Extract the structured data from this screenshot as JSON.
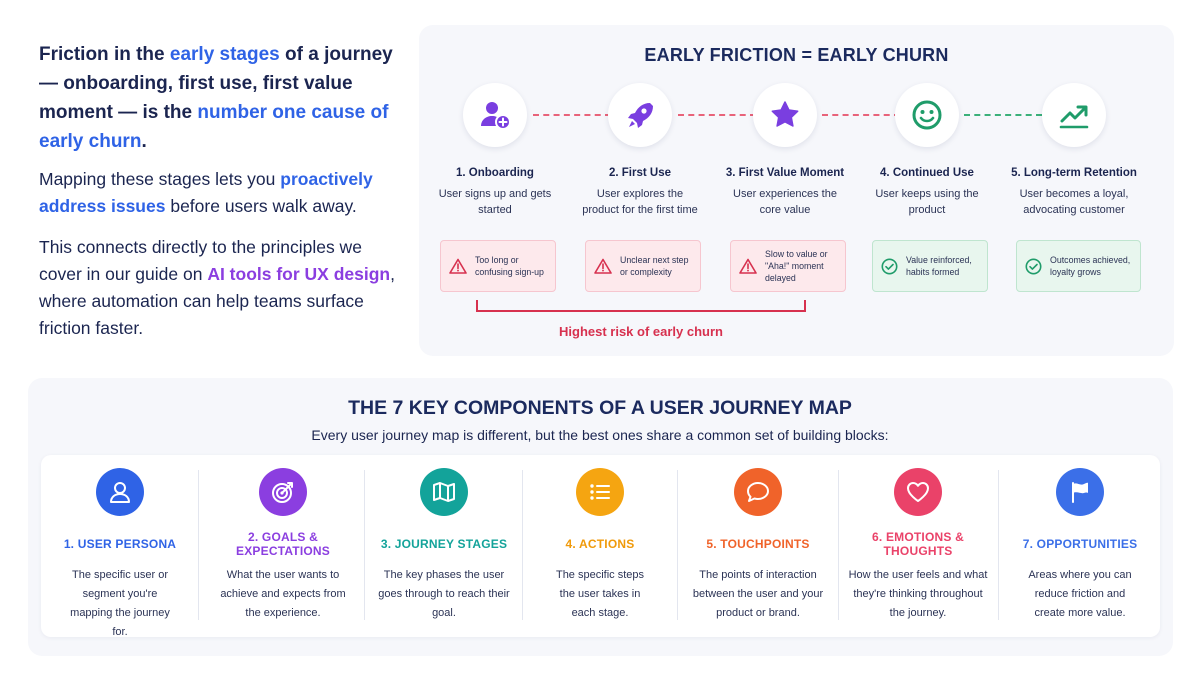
{
  "intro": {
    "lead": [
      {
        "text": "Friction in the ",
        "style": "plain"
      },
      {
        "text": "early stages",
        "style": "blue"
      },
      {
        "text": " of a journey — onboarding, first use, first value moment — is the ",
        "style": "plain"
      },
      {
        "text": "number one cause of early churn",
        "style": "blue"
      },
      {
        "text": ".",
        "style": "plain"
      }
    ],
    "para": [
      {
        "text": "Mapping these stages lets you ",
        "style": "plain"
      },
      {
        "text": "proactively address issues",
        "style": "blue"
      },
      {
        "text": " before users walk away.",
        "style": "plain"
      }
    ],
    "para2": [
      {
        "text": "This connects directly to the principles we cover in our guide on ",
        "style": "plain"
      },
      {
        "text": "AI tools for UX design",
        "style": "purple"
      },
      {
        "text": ", where automation can help teams surface friction faster.",
        "style": "plain"
      }
    ]
  },
  "friction": {
    "title": "EARLY FRICTION = EARLY CHURN",
    "stages": [
      {
        "name": "1. Onboarding",
        "desc": "User signs up and gets started",
        "icon": "user-plus-icon",
        "note": "Too long or confusing sign-up",
        "status": "warning"
      },
      {
        "name": "2. First Use",
        "desc": "User explores the product for the first time",
        "icon": "rocket-icon",
        "note": "Unclear next step or complexity",
        "status": "warning"
      },
      {
        "name": "3. First Value Moment",
        "desc": "User experiences the core value",
        "icon": "star-icon",
        "note": "Slow to value or \"Aha!\" moment delayed",
        "status": "warning"
      },
      {
        "name": "4. Continued Use",
        "desc": "User keeps using the product",
        "icon": "smile-icon",
        "note": "Value reinforced, habits formed",
        "status": "ok"
      },
      {
        "name": "5. Long-term Retention",
        "desc": "User becomes a loyal, advocating customer",
        "icon": "trend-up-icon",
        "note": "Outcomes achieved, loyalty grows",
        "status": "ok"
      }
    ],
    "risk_label": "Highest risk of early churn"
  },
  "components": {
    "title": "THE 7 KEY COMPONENTS OF A USER JOURNEY MAP",
    "subtitle": "Every user journey map is different, but the best ones share a common set of building blocks:",
    "items": [
      {
        "name": "1. USER PERSONA",
        "desc": "The specific user or segment you're mapping the journey for.",
        "icon": "user-icon",
        "color": "#2f63e6"
      },
      {
        "name": "2. GOALS & EXPECTATIONS",
        "desc": "What the user wants to achieve and expects from the experience.",
        "icon": "target-icon",
        "color": "#8b3ee0"
      },
      {
        "name": "3. JOURNEY STAGES",
        "desc": "The key phases the user goes through to reach their goal.",
        "icon": "map-icon",
        "color": "#13a39a"
      },
      {
        "name": "4. ACTIONS",
        "desc": "The specific steps the user takes in each stage.",
        "icon": "list-icon",
        "color": "#f5a511"
      },
      {
        "name": "5. TOUCHPOINTS",
        "desc": "The points of interaction between the user and your product or brand.",
        "icon": "chat-icon",
        "color": "#f0632a"
      },
      {
        "name": "6. EMOTIONS & THOUGHTS",
        "desc": "How the user feels and what they're thinking throughout the journey.",
        "icon": "heart-icon",
        "color": "#ea4269"
      },
      {
        "name": "7. OPPORTUNITIES",
        "desc": "Areas where you can reduce friction and create more value.",
        "icon": "flag-icon",
        "color": "#3b6fe8"
      }
    ]
  }
}
